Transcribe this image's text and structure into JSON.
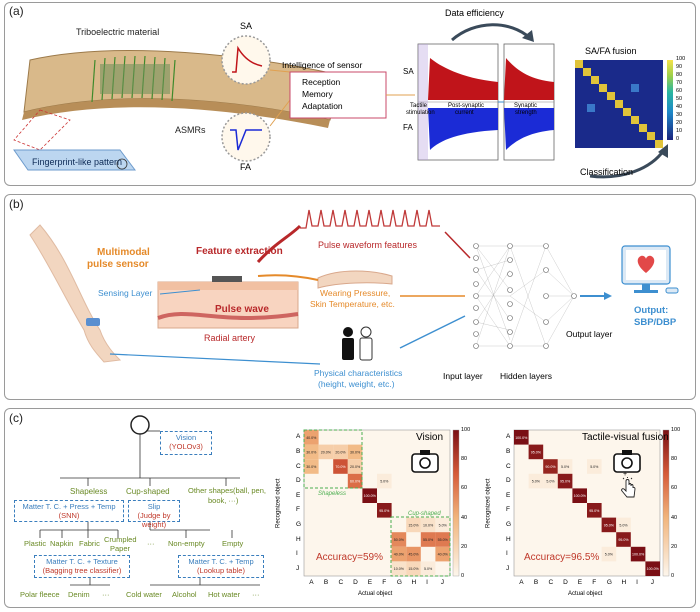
{
  "panels": {
    "a": {
      "label": "(a)",
      "triboelectric": "Triboelectric material",
      "asmrs": "ASMRs",
      "fingerprint": "Fingerprint-like pattern",
      "circled_one": "①",
      "sa": "SA",
      "fa": "FA",
      "intelligence": "Intelligence of sensor",
      "reception": "Reception",
      "memory": "Memory",
      "adaptation": "Adaptation",
      "data_efficiency": "Data efficiency",
      "plot_sa": "SA",
      "plot_fa": "FA",
      "tactile": "Tactile",
      "stimulation": "stimulation",
      "post_synaptic": "Post-synaptic",
      "current": "current",
      "synaptic": "Synaptic",
      "strength": "strength",
      "fusion_title": "SA/FA fusion",
      "classification": "Classification",
      "colorbar_ticks": [
        "100",
        "90",
        "80",
        "70",
        "60",
        "50",
        "40",
        "30",
        "20",
        "10",
        "0"
      ],
      "colors": {
        "sa_red": "#c0141a",
        "fa_blue": "#1b2bd6",
        "heat_bg": "#1a2a8a",
        "heat_diag": "#e0c33a"
      }
    },
    "b": {
      "label": "(b)",
      "multimodal_1": "Multimodal",
      "multimodal_2": "pulse sensor",
      "sensing_layer": "Sensing Layer",
      "feature_extraction": "Feature extraction",
      "pulse_wave": "Pulse wave",
      "radial_artery": "Radial artery",
      "pulse_features": "Pulse waveform features",
      "wearing_1": "Wearing Pressure,",
      "wearing_2": "Skin Temperature, etc.",
      "physical_1": "Physical characteristics",
      "physical_2": "(height, weight, etc.)",
      "input_layer": "Input layer",
      "hidden_layers": "Hidden layers",
      "output_layer": "Output layer",
      "output_1": "Output:",
      "output_2": "SBP/DBP",
      "colors": {
        "orange": "#e58a2a",
        "red": "#b8282a",
        "blue": "#3d8fd0"
      }
    },
    "c": {
      "label": "(c)",
      "tree": {
        "vision_1": "Vision",
        "vision_2": "(YOLOv3)",
        "shapeless": "Shapeless",
        "cup_shaped": "Cup-shaped",
        "other_shapes_1": "Other shapes(ball, pen,",
        "other_shapes_2": "book, ···)",
        "matter_1": "Matter T. C. + Press + Temp",
        "snn": "(SNN)",
        "slip": "Slip",
        "judge": "(Judge by weight)",
        "plastic": "Plastic",
        "napkin": "Napkin",
        "fabric": "Fabric",
        "crumpled_1": "Crumpled",
        "crumpled_2": "Paper",
        "dots": "···",
        "non_empty": "Non-empty",
        "empty": "Empty",
        "matter_texture": "Matter T. C. + Texture",
        "bagging": "(Bagging tree classifier)",
        "matter_temp": "Matter T. C. + Temp",
        "lookup": "(Lookup table)",
        "polar": "Polar fleece",
        "denim": "Denim",
        "cold": "Cold water",
        "alcohol": "Alcohol",
        "hot": "Hot water"
      },
      "cm1": {
        "title": "Vision",
        "accuracy": "Accuracy=59%",
        "shapeless": "Shapeless",
        "cup_shaped": "Cup-shaped",
        "ylabel": "Recognized object",
        "xlabel": "Actual object",
        "labels": [
          "A",
          "B",
          "C",
          "D",
          "E",
          "F",
          "G",
          "H",
          "I",
          "J"
        ],
        "ticks": [
          "100",
          "80",
          "60",
          "40",
          "20",
          "0"
        ]
      },
      "cm2": {
        "title": "Tactile-visual fusion",
        "accuracy": "Accuracy=96.5%",
        "ylabel": "Recognized object",
        "xlabel": "Actual object",
        "labels": [
          "A",
          "B",
          "C",
          "D",
          "E",
          "F",
          "G",
          "H",
          "I",
          "J"
        ],
        "ticks": [
          "100",
          "80",
          "60",
          "40",
          "20",
          "0"
        ]
      }
    }
  },
  "chart_data": [
    {
      "type": "heatmap",
      "title": "Vision",
      "xlabel": "Actual object",
      "ylabel": "Recognized object",
      "x": [
        "A",
        "B",
        "C",
        "D",
        "E",
        "F",
        "G",
        "H",
        "I",
        "J"
      ],
      "y": [
        "A",
        "B",
        "C",
        "D",
        "E",
        "F",
        "G",
        "H",
        "I",
        "J"
      ],
      "zlim": [
        0,
        100
      ],
      "cells": [
        {
          "r": 0,
          "c": 0,
          "v": 40,
          "label": "40.0%"
        },
        {
          "r": 1,
          "c": 0,
          "v": 30,
          "label": "30.0%"
        },
        {
          "r": 1,
          "c": 1,
          "v": 20,
          "label": "20.0%"
        },
        {
          "r": 1,
          "c": 2,
          "v": 20,
          "label": "20.0%"
        },
        {
          "r": 1,
          "c": 3,
          "v": 30,
          "label": "30.0%"
        },
        {
          "r": 2,
          "c": 0,
          "v": 30,
          "label": "30.0%"
        },
        {
          "r": 2,
          "c": 2,
          "v": 70,
          "label": "70.0%"
        },
        {
          "r": 2,
          "c": 3,
          "v": 20,
          "label": "20.0%"
        },
        {
          "r": 3,
          "c": 3,
          "v": 60,
          "label": "60.0%"
        },
        {
          "r": 3,
          "c": 5,
          "v": 5,
          "label": "5.0%"
        },
        {
          "r": 4,
          "c": 4,
          "v": 100,
          "label": "100.0%"
        },
        {
          "r": 5,
          "c": 5,
          "v": 95,
          "label": "95.0%"
        },
        {
          "r": 6,
          "c": 7,
          "v": 15,
          "label": "15.0%"
        },
        {
          "r": 6,
          "c": 8,
          "v": 10,
          "label": "10.0%"
        },
        {
          "r": 6,
          "c": 9,
          "v": 5,
          "label": "5.0%"
        },
        {
          "r": 7,
          "c": 6,
          "v": 50,
          "label": "50.0%"
        },
        {
          "r": 7,
          "c": 8,
          "v": 55,
          "label": "55.0%"
        },
        {
          "r": 7,
          "c": 9,
          "v": 55,
          "label": "55.0%"
        },
        {
          "r": 8,
          "c": 6,
          "v": 40,
          "label": "40.0%"
        },
        {
          "r": 8,
          "c": 7,
          "v": 45,
          "label": "45.0%"
        },
        {
          "r": 8,
          "c": 9,
          "v": 40,
          "label": "40.0%"
        },
        {
          "r": 9,
          "c": 6,
          "v": 10,
          "label": "10.0%"
        },
        {
          "r": 9,
          "c": 7,
          "v": 15,
          "label": "15.0%"
        },
        {
          "r": 9,
          "c": 8,
          "v": 5,
          "label": "5.0%"
        }
      ]
    },
    {
      "type": "heatmap",
      "title": "Tactile-visual fusion",
      "xlabel": "Actual object",
      "ylabel": "Recognized object",
      "x": [
        "A",
        "B",
        "C",
        "D",
        "E",
        "F",
        "G",
        "H",
        "I",
        "J"
      ],
      "y": [
        "A",
        "B",
        "C",
        "D",
        "E",
        "F",
        "G",
        "H",
        "I",
        "J"
      ],
      "zlim": [
        0,
        100
      ],
      "cells": [
        {
          "r": 0,
          "c": 0,
          "v": 100,
          "label": "100.0%"
        },
        {
          "r": 1,
          "c": 1,
          "v": 95,
          "label": "95.0%"
        },
        {
          "r": 2,
          "c": 2,
          "v": 90,
          "label": "90.0%"
        },
        {
          "r": 2,
          "c": 3,
          "v": 5,
          "label": "5.0%"
        },
        {
          "r": 2,
          "c": 5,
          "v": 5,
          "label": "5.0%"
        },
        {
          "r": 3,
          "c": 1,
          "v": 5,
          "label": "5.0%"
        },
        {
          "r": 3,
          "c": 2,
          "v": 5,
          "label": "5.0%"
        },
        {
          "r": 3,
          "c": 3,
          "v": 95,
          "label": "95.0%"
        },
        {
          "r": 4,
          "c": 4,
          "v": 100,
          "label": "100.0%"
        },
        {
          "r": 5,
          "c": 5,
          "v": 95,
          "label": "95.0%"
        },
        {
          "r": 6,
          "c": 6,
          "v": 95,
          "label": "95.0%"
        },
        {
          "r": 6,
          "c": 7,
          "v": 5,
          "label": "5.0%"
        },
        {
          "r": 7,
          "c": 7,
          "v": 95,
          "label": "95.0%"
        },
        {
          "r": 8,
          "c": 8,
          "v": 100,
          "label": "100.0%"
        },
        {
          "r": 8,
          "c": 6,
          "v": 5,
          "label": "5.0%"
        },
        {
          "r": 9,
          "c": 9,
          "v": 100,
          "label": "100.0%"
        }
      ]
    }
  ]
}
